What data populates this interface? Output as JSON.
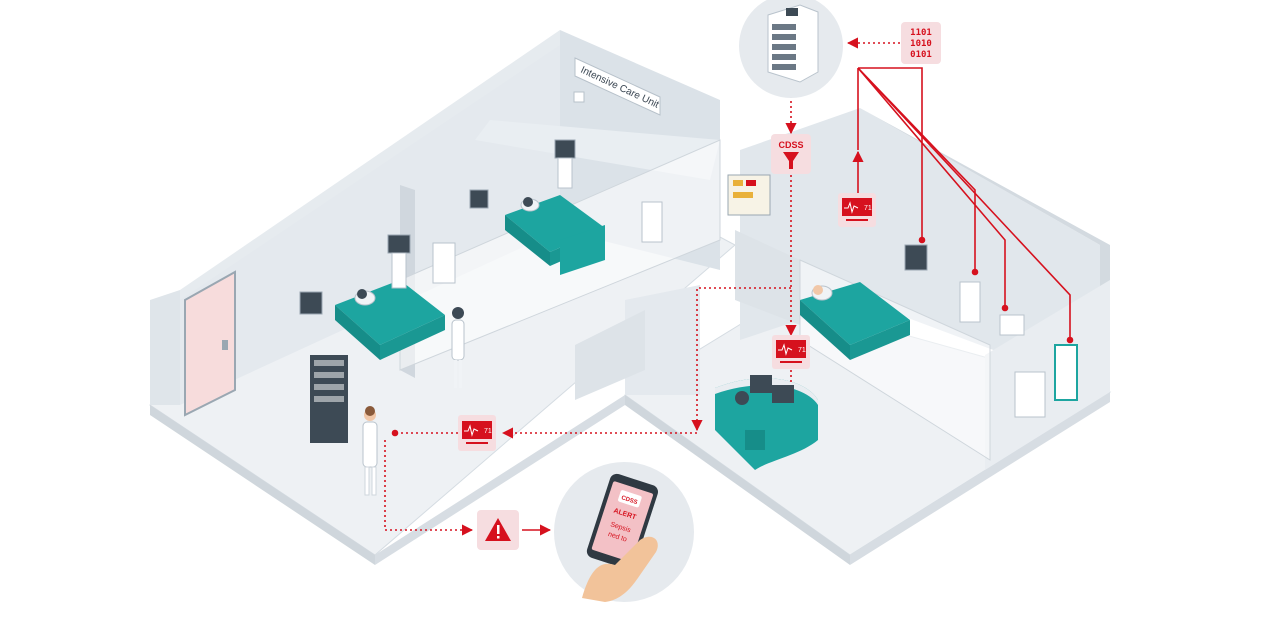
{
  "room": {
    "sign_label": "Intensive Care Unit"
  },
  "server": {
    "binary_lines": [
      "1101",
      "1010",
      "0101"
    ]
  },
  "cdss": {
    "badge_label": "CDSS"
  },
  "monitor": {
    "vital_value": "71"
  },
  "phone": {
    "screen_badge": "CDSS",
    "alert_label": "ALERT",
    "message_lines": [
      "Sepsis",
      "ned to"
    ]
  },
  "colors": {
    "accent_red": "#d6111e",
    "alert_bg": "#f6dde0",
    "teal": "#1da5a0",
    "floor": "#eef1f4",
    "wall": "#dfe5ea",
    "wall_dark": "#c9d1d8",
    "circle_bg": "#e6eaee"
  },
  "icons": {
    "warning": "warning-triangle-icon",
    "server": "server-rack-icon",
    "funnel": "funnel-icon",
    "ecg": "ecg-waveform-icon",
    "phone": "smartphone-icon"
  }
}
